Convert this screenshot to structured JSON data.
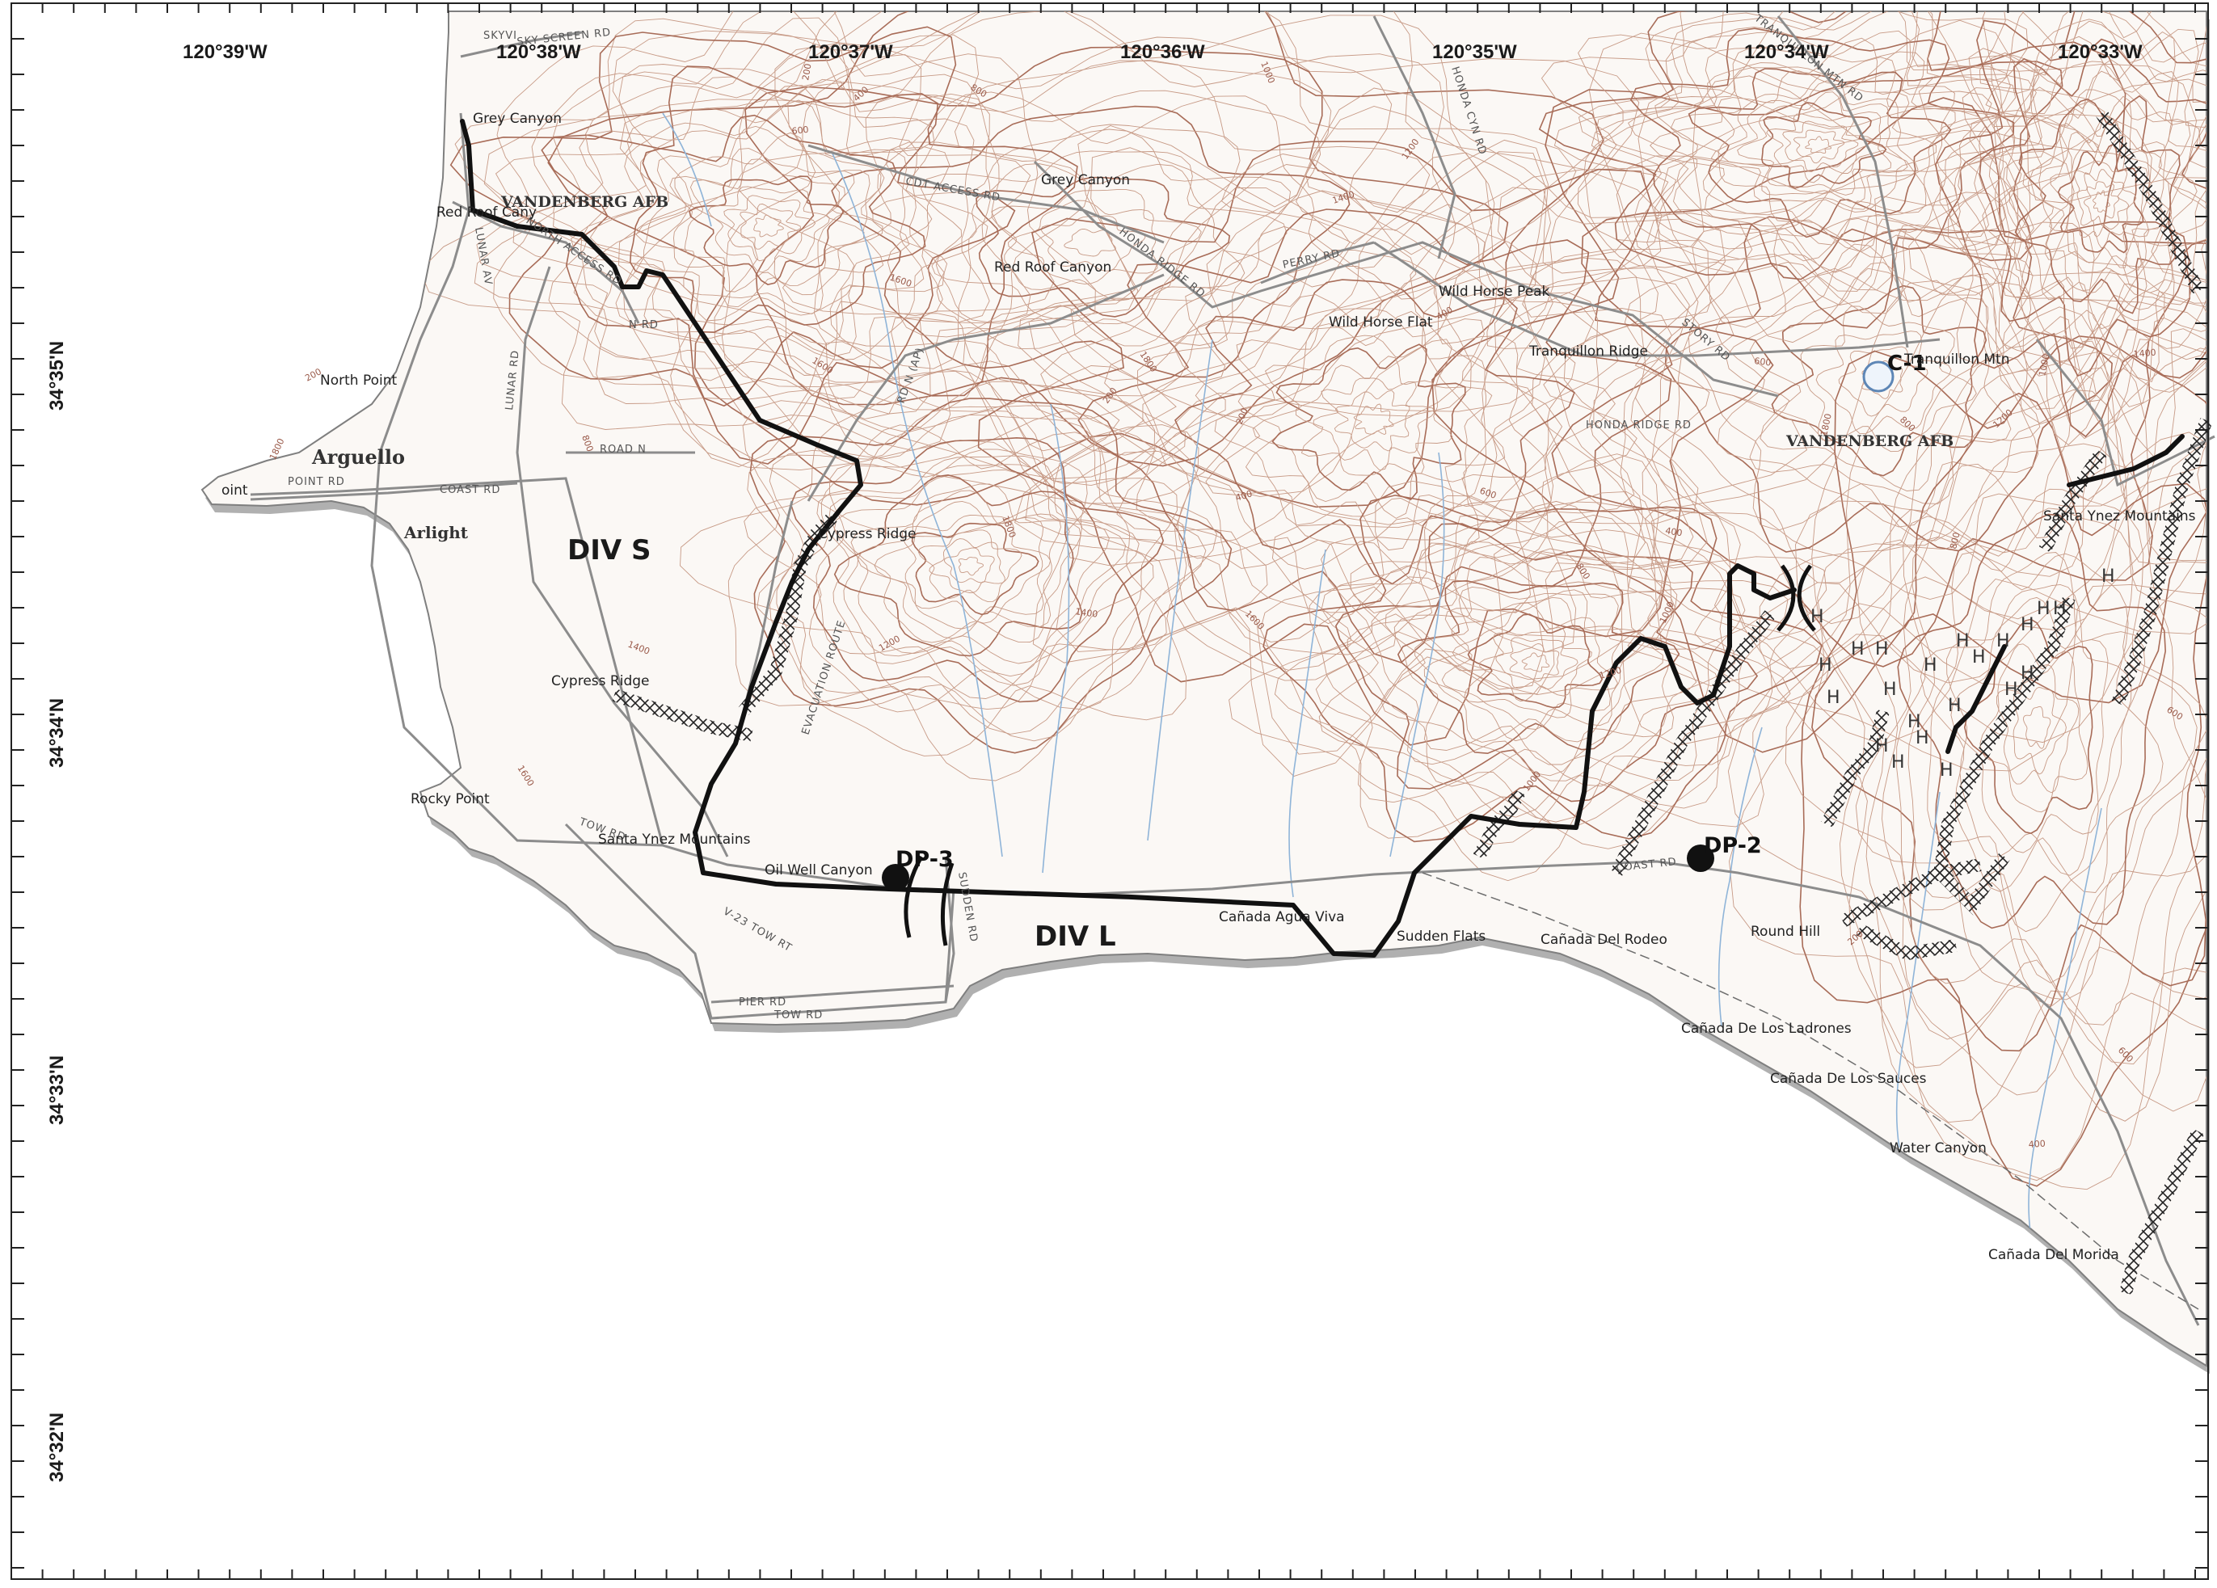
{
  "colors": {
    "contour": "#c79a86",
    "contour_index": "#a86c58",
    "water": "#8fb4d8",
    "road": "#8c8c8c",
    "line": "#111111",
    "coast_shadow": "#9a9a9a"
  },
  "top_coords": [
    "120°39'W",
    "120°38'W",
    "120°37'W",
    "120°36'W",
    "120°35'W",
    "120°34'W",
    "120°33'W"
  ],
  "left_coords": [
    "34°35'N",
    "34°34'N",
    "34°33'N",
    "34°32'N"
  ],
  "place_labels": [
    {
      "id": "grey-canyon-west",
      "text": "Grey Canyon"
    },
    {
      "id": "red-roof-canyon-west",
      "text": "Red Roof Cany"
    },
    {
      "id": "grey-canyon-east",
      "text": "Grey Canyon"
    },
    {
      "id": "red-roof-canyon-east",
      "text": "Red Roof Canyon"
    },
    {
      "id": "wild-horse-flat",
      "text": "Wild Horse Flat"
    },
    {
      "id": "wild-horse-peak",
      "text": "Wild Horse Peak"
    },
    {
      "id": "tranquillon-ridge",
      "text": "Tranquillon Ridge"
    },
    {
      "id": "tranquillon-mtn",
      "text": "Tranquillon Mtn"
    },
    {
      "id": "north-point",
      "text": "North Point"
    },
    {
      "id": "point-pt",
      "text": "oint"
    },
    {
      "id": "cypress-ridge-north",
      "text": "Cypress Ridge"
    },
    {
      "id": "cypress-ridge-south",
      "text": "Cypress Ridge"
    },
    {
      "id": "rocky-point",
      "text": "Rocky Point"
    },
    {
      "id": "santa-ynez-west",
      "text": "Santa Ynez Mountains"
    },
    {
      "id": "santa-ynez-east",
      "text": "Santa Ynez Mountains"
    },
    {
      "id": "oil-well-canyon",
      "text": "Oil Well Canyon"
    },
    {
      "id": "canada-agua-viva",
      "text": "Cañada Agua Viva"
    },
    {
      "id": "sudden-flats",
      "text": "Sudden Flats"
    },
    {
      "id": "canada-del-rodeo",
      "text": "Cañada Del Rodeo"
    },
    {
      "id": "round-hill",
      "text": "Round Hill"
    },
    {
      "id": "canada-de-los-ladrones",
      "text": "Cañada De Los Ladrones"
    },
    {
      "id": "canada-de-los-sauces",
      "text": "Cañada De Los Sauces"
    },
    {
      "id": "water-canyon",
      "text": "Water Canyon"
    },
    {
      "id": "canada-del-morida",
      "text": "Cañada Del Morida"
    }
  ],
  "serif_labels": [
    {
      "id": "vandenberg-afb-west",
      "text": "VANDENBERG AFB"
    },
    {
      "id": "vandenberg-afb-east",
      "text": "VANDENBERG AFB"
    },
    {
      "id": "arguello",
      "text": "Arguello"
    },
    {
      "id": "arlight",
      "text": "Arlight"
    }
  ],
  "road_labels": [
    {
      "id": "sky-screen-rd",
      "text": "SKY SCREEN RD"
    },
    {
      "id": "sky-vi",
      "text": "SKYVI"
    },
    {
      "id": "north-access-rd",
      "text": "NORTH ACCESS RD"
    },
    {
      "id": "lunar-av",
      "text": "LUNAR AV"
    },
    {
      "id": "lunar-rd",
      "text": "LUNAR RD"
    },
    {
      "id": "road-n",
      "text": "ROAD N"
    },
    {
      "id": "n-rd",
      "text": "N RD"
    },
    {
      "id": "point-rd",
      "text": "POINT RD"
    },
    {
      "id": "coast-rd-west",
      "text": "COAST RD"
    },
    {
      "id": "cdt-access-rd",
      "text": "CDT ACCESS RD"
    },
    {
      "id": "honda-ridge-rd-north",
      "text": "HONDA RIDGE RD"
    },
    {
      "id": "perry-rd",
      "text": "PERRY RD"
    },
    {
      "id": "story-rd",
      "text": "STORY RD"
    },
    {
      "id": "honda-ridge-rd-south",
      "text": "HONDA RIDGE RD"
    },
    {
      "id": "tranquillon-mtn-rd",
      "text": "TRANQUILLON MTN RD"
    },
    {
      "id": "honda-cyn-rd",
      "text": "HONDA CYN RD"
    },
    {
      "id": "rd-n-ap",
      "text": "RD N (AP)"
    },
    {
      "id": "evacuation-route",
      "text": "EVACUATION ROUTE"
    },
    {
      "id": "tow-rd",
      "text": "TOW RD"
    },
    {
      "id": "v23-tow-rt",
      "text": "V-23 TOW RT"
    },
    {
      "id": "pier-rd",
      "text": "PIER RD"
    },
    {
      "id": "tow-rd-south",
      "text": "TOW RD"
    },
    {
      "id": "sudden-rd",
      "text": "SUDDEN RD"
    },
    {
      "id": "coast-rd-east",
      "text": "COAST RD"
    }
  ],
  "division_labels": [
    {
      "id": "div-s",
      "text": "DIV S"
    },
    {
      "id": "div-l",
      "text": "DIV L"
    }
  ],
  "drop_points": [
    {
      "id": "dp-3",
      "text": "DP-3"
    },
    {
      "id": "dp-2",
      "text": "DP-2"
    }
  ],
  "camp_label": "C-1",
  "helispot_symbol": "H",
  "elevation_labels": [
    "200",
    "400",
    "600",
    "800",
    "1000",
    "1200",
    "1400",
    "1600",
    "1800"
  ]
}
